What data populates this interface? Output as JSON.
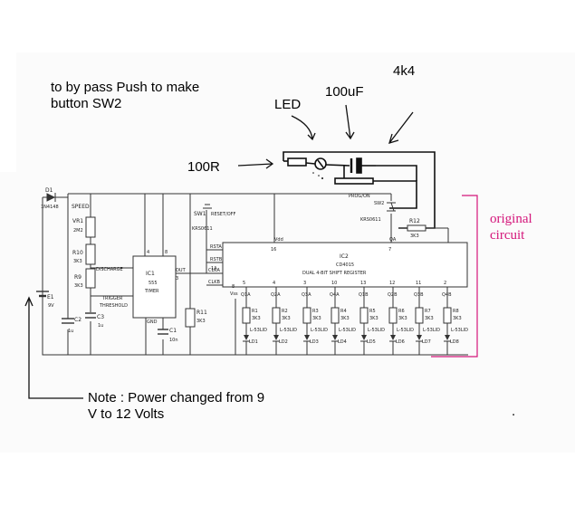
{
  "annotations": {
    "bypass_note": "to by pass Push to make button SW2",
    "label_4k4": "4k4",
    "label_100uf": "100uF",
    "label_led": "LED",
    "label_100r": "100R",
    "original_circuit": "original circuit",
    "power_note": "Note : Power changed from 9 V to 12 Volts",
    "stray_dot": "."
  },
  "schematic": {
    "d1": "D1",
    "d1_part": "1N4148",
    "speed": "SPEED",
    "vr1": "VR1",
    "vr1_val": "2M2",
    "r10": "R10",
    "r10_val": "3K3",
    "discharge": "DISCHARGE",
    "r9": "R9",
    "r9_val": "3K3",
    "trigger": "TRIGGER",
    "threshold": "THRESHOLD",
    "c3": "C3",
    "c3_val": "1u",
    "e1": "E1",
    "e1_val": "9V",
    "c2": "C2",
    "c2_val": "1u",
    "ic1": "IC1",
    "ic1_part": "555",
    "ic1_name": "TIMER",
    "gnd": "GND",
    "c1": "C1",
    "c1_val": "10n",
    "sw1": "SW1",
    "reset_off": "RESET/OFF",
    "sw1_part": "KRS0611",
    "r11": "R11",
    "r11_val": "3K3",
    "pin_4": "4",
    "pin_8": "8",
    "pin_out": "OUT",
    "pin_3": "3",
    "pin_rsta": "RSTA",
    "pin_rstb": "RSTB",
    "pin_1a": "1A",
    "pin_clka": "CLKA",
    "pin_clkb": "CLKB",
    "pin_vdd": "Vdd",
    "pin_16": "16",
    "pin_vss": "Vss",
    "pin_8b": "8",
    "pin_7": "7",
    "pin_qa": "QA",
    "ic2": "IC2",
    "ic2_part": "CD4015",
    "ic2_name": "DUAL 4-BIT SHIFT REGISTER",
    "prog_on": "PROG/ON",
    "sw2": "SW2",
    "sw2_part": "KRS0611",
    "r12": "R12",
    "r12_val": "3K3",
    "outputs": [
      {
        "pin": "5",
        "q": "Q1A",
        "r": "R1",
        "rv": "3K3",
        "led_type": "L-53LID",
        "led": "LD1"
      },
      {
        "pin": "4",
        "q": "Q2A",
        "r": "R2",
        "rv": "3K3",
        "led_type": "L-53LID",
        "led": "LD2"
      },
      {
        "pin": "3",
        "q": "Q3A",
        "r": "R3",
        "rv": "3K3",
        "led_type": "L-53LID",
        "led": "LD3"
      },
      {
        "pin": "10",
        "q": "Q4A",
        "r": "R4",
        "rv": "3K3",
        "led_type": "L-53LID",
        "led": "LD4"
      },
      {
        "pin": "13",
        "q": "Q1B",
        "r": "R5",
        "rv": "3K3",
        "led_type": "L-53LID",
        "led": "LD5"
      },
      {
        "pin": "12",
        "q": "Q2B",
        "r": "R6",
        "rv": "3K3",
        "led_type": "L-53LID",
        "led": "LD6"
      },
      {
        "pin": "11",
        "q": "Q3B",
        "r": "R7",
        "rv": "3K3",
        "led_type": "L-53LID",
        "led": "LD7"
      },
      {
        "pin": "2",
        "q": "Q4B",
        "r": "R8",
        "rv": "3K3",
        "led_type": "L-53LID",
        "led": "LD8"
      }
    ]
  }
}
